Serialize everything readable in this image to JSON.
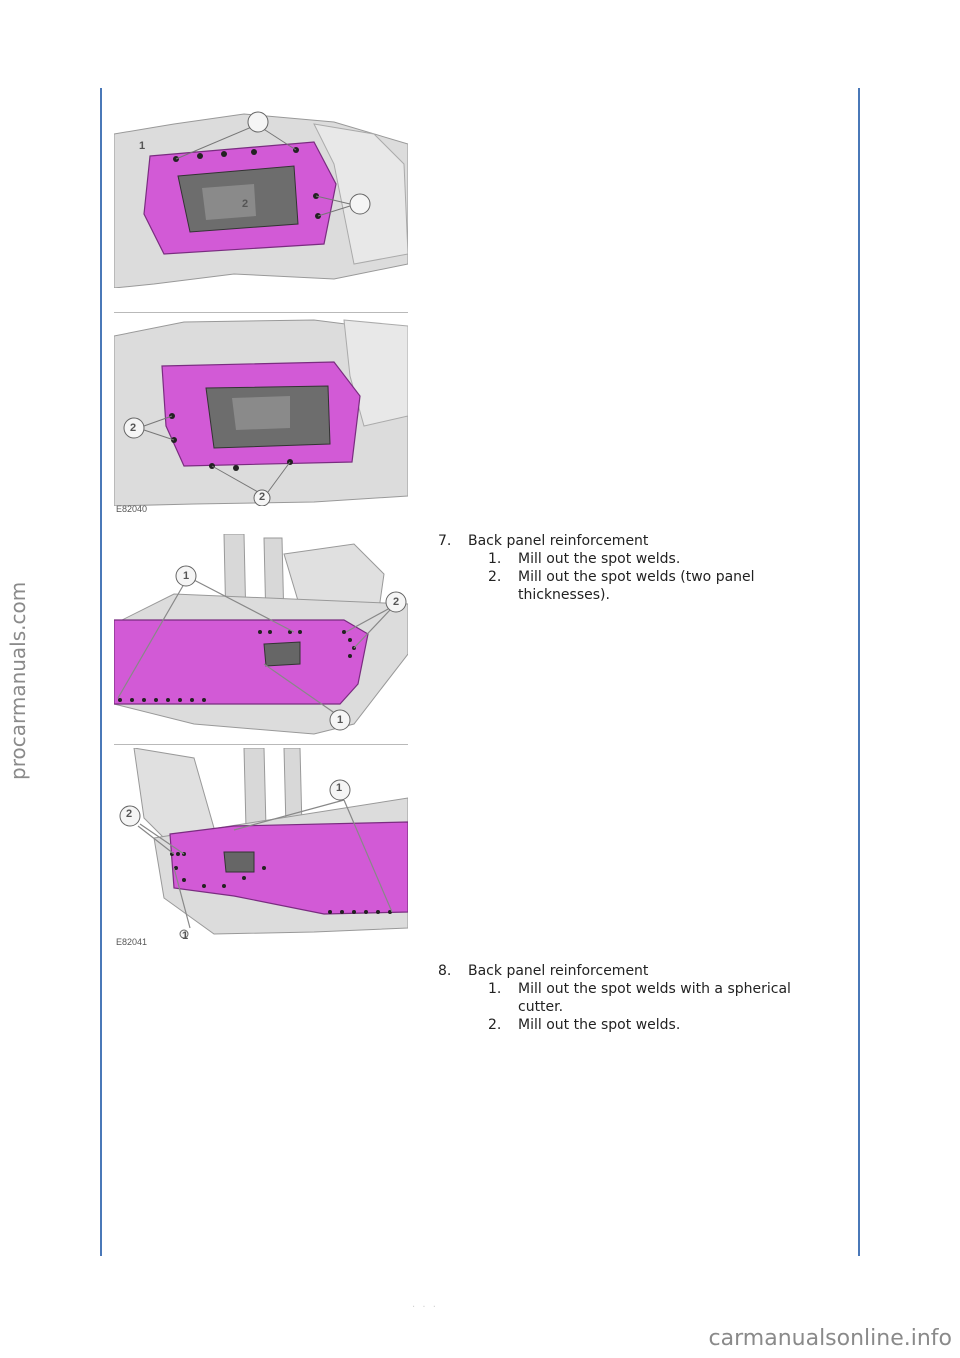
{
  "watermarks": {
    "side": "procarmanuals.com",
    "bottom": "carmanualsonline.info"
  },
  "figures": [
    {
      "id": "",
      "callouts": [
        "1",
        "2"
      ]
    },
    {
      "id": "E82040",
      "callouts": [
        "2",
        "2"
      ]
    },
    {
      "id": "",
      "callouts": [
        "1",
        "2",
        "1"
      ]
    },
    {
      "id": "E82041",
      "callouts": [
        "2",
        "1",
        "1"
      ]
    }
  ],
  "steps": [
    {
      "number": "7.",
      "title": "Back panel reinforcement",
      "substeps": [
        {
          "number": "1.",
          "text": "Mill out the spot welds."
        },
        {
          "number": "2.",
          "text": "Mill out the spot welds (two panel thicknesses)."
        }
      ]
    },
    {
      "number": "8.",
      "title": "Back panel reinforcement",
      "substeps": [
        {
          "number": "1.",
          "text": "Mill out the spot welds with a spherical cutter."
        },
        {
          "number": "2.",
          "text": "Mill out the spot welds."
        }
      ]
    }
  ],
  "footer": {
    "page_ref": "· · ·"
  },
  "colors": {
    "highlight": "#d25ad6",
    "rule": "#4a78b8",
    "body_shell": "#d9d9d9"
  }
}
